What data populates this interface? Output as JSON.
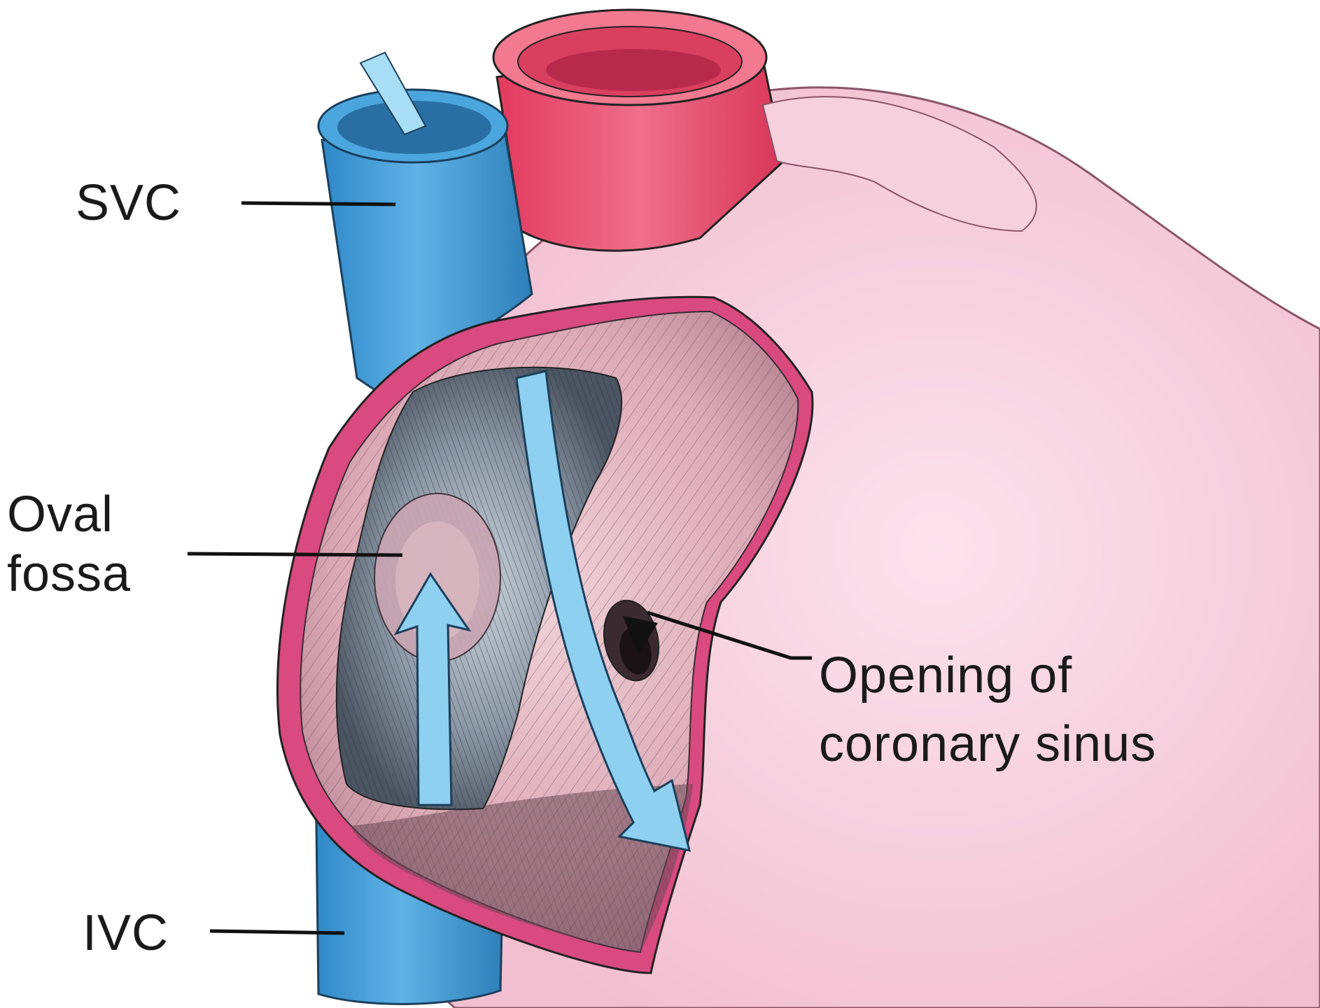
{
  "labels": {
    "svc": "SVC",
    "oval_fossa_line1": "Oval",
    "oval_fossa_line2": "fossa",
    "coronary_line1": "Opening of",
    "coronary_line2": "coronary sinus",
    "ivc": "IVC"
  },
  "colors": {
    "vena_cava_blue": "#4a9fd6",
    "vena_cava_dark": "#2f7fb8",
    "aorta_red": "#e8506f",
    "aorta_inner": "#f7a7b8",
    "heart_pink": "#f8d7e2",
    "atrium_wall": "#d9497a",
    "atrium_interior": "#e9c3cc",
    "flow_arrow": "#8fd0f0",
    "line": "#111111"
  }
}
